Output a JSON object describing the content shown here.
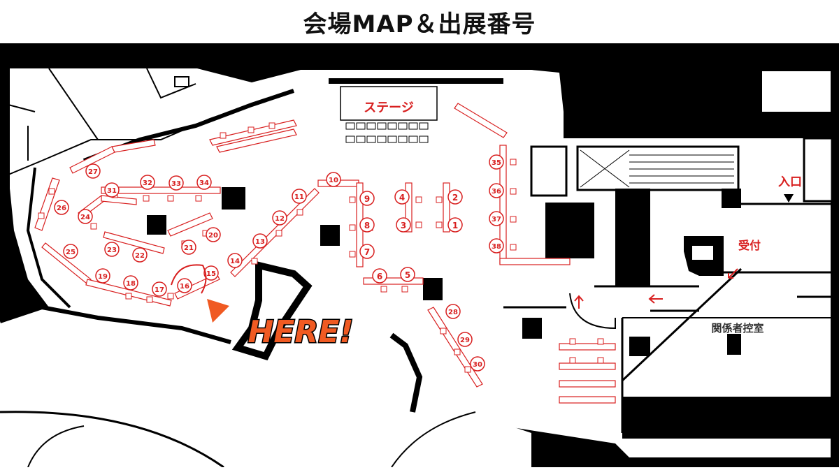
{
  "title": "会場MAP＆出展番号",
  "labels": {
    "stage": "ステージ",
    "entrance": "入口",
    "reception": "受付",
    "staff_room": "関係者控室",
    "here": "HERE!"
  },
  "booth_numbers": [
    "1",
    "2",
    "3",
    "4",
    "5",
    "6",
    "7",
    "8",
    "9",
    "10",
    "11",
    "12",
    "13",
    "14",
    "15",
    "16",
    "17",
    "18",
    "19",
    "20",
    "21",
    "22",
    "23",
    "24",
    "25",
    "26",
    "27",
    "28",
    "29",
    "30",
    "31",
    "32",
    "33",
    "34",
    "35",
    "36",
    "37",
    "38"
  ],
  "colors": {
    "booth_red": "#d81f1f",
    "here_orange": "#f05a22",
    "wall": "#000000",
    "background": "#ffffff"
  },
  "icons": [
    "arrow-up-icon",
    "arrow-left-icon",
    "arrow-down-left-icon",
    "triangle-down-icon",
    "triangle-here-icon"
  ]
}
